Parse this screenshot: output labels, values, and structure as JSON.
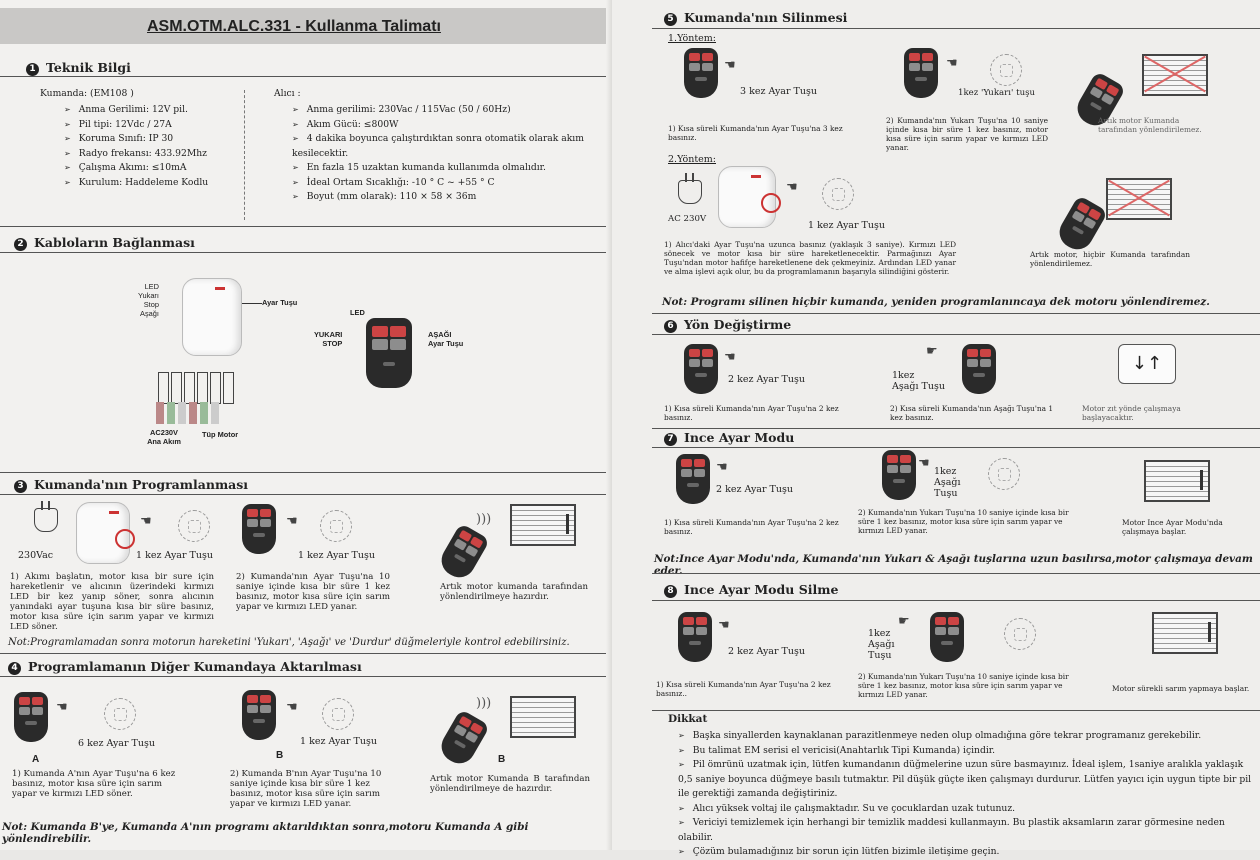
{
  "doc_title": "ASM.OTM.ALC.331 - Kullanma Talimatı",
  "left": {
    "s1": {
      "heading": "Teknik Bilgi",
      "kumanda_label": "Kumanda: (EM108 )",
      "kumanda_items": [
        "Anma Gerilimi: 12V pil.",
        "Pil tipi: 12Vdc / 27A",
        "Koruma Sınıfı: IP 30",
        "Radyo frekansı: 433.92Mhz",
        "Çalışma Akımı: ≤10mA",
        "Kurulum: Haddeleme Kodlu"
      ],
      "alici_label": "Alıcı :",
      "alici_items": [
        "Anma gerilimi: 230Vac / 115Vac (50 / 60Hz)",
        "Akım Gücü: ≤800W",
        "4 dakika boyunca çalıştırdıktan sonra otomatik olarak akım kesilecektir.",
        "En fazla 15 uzaktan kumanda kullanımda olmalıdır.",
        "İdeal Ortam Sıcaklığı: -10 ° C ~ +55 ° C",
        "Boyut (mm olarak): 110 × 58 × 36m"
      ]
    },
    "s2": {
      "heading": "Kabloların Bağlanması",
      "rec_labels": [
        "LED",
        "Yukarı",
        "Stop",
        "Aşağı"
      ],
      "ayar_tusu": "Ayar Tuşu",
      "ac_label": "AC230V\nAna Akım",
      "motor_label": "Tüp Motor",
      "remote_led": "LED",
      "remote_left": [
        "YUKARI",
        "STOP"
      ],
      "remote_right": [
        "AŞAĞI",
        "Ayar Tuşu"
      ]
    },
    "s3": {
      "heading": "Kumanda'nın Programlanması",
      "label_230": "230Vac",
      "label_1kez_a": "1 kez Ayar Tuşu",
      "label_1kez_b": "1 kez Ayar Tuşu",
      "step1": "1) Akımı başlatın, motor kısa bir sure için hareketlenir ve alıcının üzerindeki kırmızı LED bir kez yanıp söner, sonra alıcının yanındaki ayar tuşuna kısa bir süre basınız, motor kısa süre için sarım yapar ve kırmızı LED söner.",
      "step2": "2) Kumanda'nın Ayar Tuşu'na 10 saniye içinde kısa bir süre 1 kez basınız, motor kısa süre için sarım yapar ve kırmızı LED yanar.",
      "step3": "Artık motor kumanda tarafından yönlendirilmeye hazırdır.",
      "note": "Not:Programlamadan sonra motorun hareketini 'Yukarı', 'Aşağı' ve 'Durdur' düğmeleriyle kontrol edebilirsiniz."
    },
    "s4": {
      "heading": "Programlamanın Diğer Kumandaya Aktarılması",
      "label_6kez": "6 kez Ayar Tuşu",
      "label_1kez": "1 kez Ayar Tuşu",
      "a": "A",
      "b": "B",
      "b2": "B",
      "step1": "1) Kumanda A'nın Ayar Tuşu'na 6 kez basınız, motor kısa süre için sarım yapar ve kırmızı LED söner.",
      "step2": "2) Kumanda B'nın Ayar Tuşu'na 10 saniye içinde kısa bir süre 1 kez basınız, motor kısa süre için sarım yapar ve kırmızı LED yanar.",
      "step3": "Artık motor Kumanda B tarafından yönlendirilmeye de hazırdır.",
      "note": "Not: Kumanda B'ye, Kumanda A'nın programı aktarıldıktan sonra,motoru Kumanda A gibi yönlendirebilir."
    }
  },
  "right": {
    "s5": {
      "heading": "Kumanda'nın Silinmesi",
      "yontem1": "1.Yöntem:",
      "label_3kez": "3 kez Ayar Tuşu",
      "label_1kez_yukari": "1kez 'Yukarı' tuşu",
      "step1": "1) Kısa süreli Kumanda'nın Ayar Tuşu'na 3 kez basınız.",
      "step2": "2) Kumanda'nın Yukarı Tuşu'na 10 saniye içinde kısa bir süre 1 kez basınız, motor kısa süre için sarım yapar ve kırmızı LED yanar.",
      "step3": "Artık motor Kumanda tarafından yönlendirilemez.",
      "yontem2": "2.Yöntem:",
      "ac230": "AC 230V",
      "label_1kez": "1 kez Ayar Tuşu",
      "step4": "1) Alıcı'daki Ayar Tuşu'na uzunca basınız (yaklaşık 3 saniye). Kırmızı LED sönecek ve motor kısa bir süre hareketlenecektir. Parmağınızı Ayar Tuşu'ndan motor hafifçe hareketlenene dek çekmeyiniz. Ardından LED yanar ve alma işlevi açık olur, bu da programlamanın başarıyla silindiğini gösterir.",
      "step5": "Artık motor, hiçbir Kumanda tarafından yönlendirilemez.",
      "note": "Not: Programı silinen hiçbir kumanda, yeniden programlanıncaya dek motoru yönlendiremez."
    },
    "s6": {
      "heading": "Yön Değiştirme",
      "label_2kez": "2 kez Ayar Tuşu",
      "label_1kez_asagi": "1kez\nAşağı Tuşu",
      "step1": "1) Kısa süreli Kumanda'nın Ayar Tuşu'na 2 kez basınız.",
      "step2": "2) Kısa süreli Kumanda'nın Aşağı Tuşu'na 1 kez basınız.",
      "step3": "Motor zıt yönde çalışmaya başlayacaktır."
    },
    "s7": {
      "heading": "Ince Ayar Modu",
      "label_2kez": "2 kez Ayar Tuşu",
      "label_1kez_asagi": "1kez\nAşağı\nTuşu",
      "step1": "1) Kısa süreli Kumanda'nın Ayar Tuşu'na 2 kez basınız.",
      "step2": "2) Kumanda'nın Yukarı Tuşu'na 10 saniye içinde kısa bir süre 1 kez basınız, motor kısa süre için sarım yapar ve kırmızı LED yanar.",
      "step3": "Motor Ince Ayar Modu'nda çalışmaya başlar.",
      "note": "Not:Ince Ayar Modu'nda, Kumanda'nın Yukarı & Aşağı tuşlarına uzun basılırsa,motor çalışmaya devam eder."
    },
    "s8": {
      "heading": "Ince Ayar Modu Silme",
      "label_2kez": "2 kez Ayar Tuşu",
      "label_1kez_asagi": "1kez\nAşağı\nTuşu",
      "step1": "1) Kısa süreli Kumanda'nın Ayar Tuşu'na 2 kez basınız..",
      "step2": "2) Kumanda'nın Yukarı Tuşu'na 10 saniye içinde kısa bir süre 1 kez basınız, motor kısa süre için sarım yapar ve kırmızı LED yanar.",
      "step3": "Motor sürekli sarım yapmaya başlar."
    },
    "dikkat": {
      "heading": "Dikkat",
      "items": [
        "Başka sinyallerden kaynaklanan parazitlenmeye neden olup olmadığına göre tekrar programanız gerekebilir.",
        "Bu talimat EM serisi el vericisi(Anahtarlık Tipi Kumanda) içindir.",
        "Pil ömrünü uzatmak için, lütfen kumandanın düğmelerine uzun süre basmayınız. İdeal işlem, 1saniye aralıkla yaklaşık 0,5 saniye boyunca düğmeye basılı tutmaktır. Pil düşük güçte iken çalışmayı durdurur. Lütfen yayıcı için uygun tipte bir pil ile gerektiği zamanda değiştiriniz.",
        "Alıcı yüksek voltaj ile çalışmaktadır. Su ve çocuklardan uzak tutunuz.",
        "Vericiyi temizlemek için herhangi bir temizlik maddesi kullanmayın. Bu plastik aksamların zarar görmesine neden olabilir.",
        "Çözüm bulamadığınız bir sorun için lütfen bizimle iletişime geçin."
      ]
    }
  }
}
